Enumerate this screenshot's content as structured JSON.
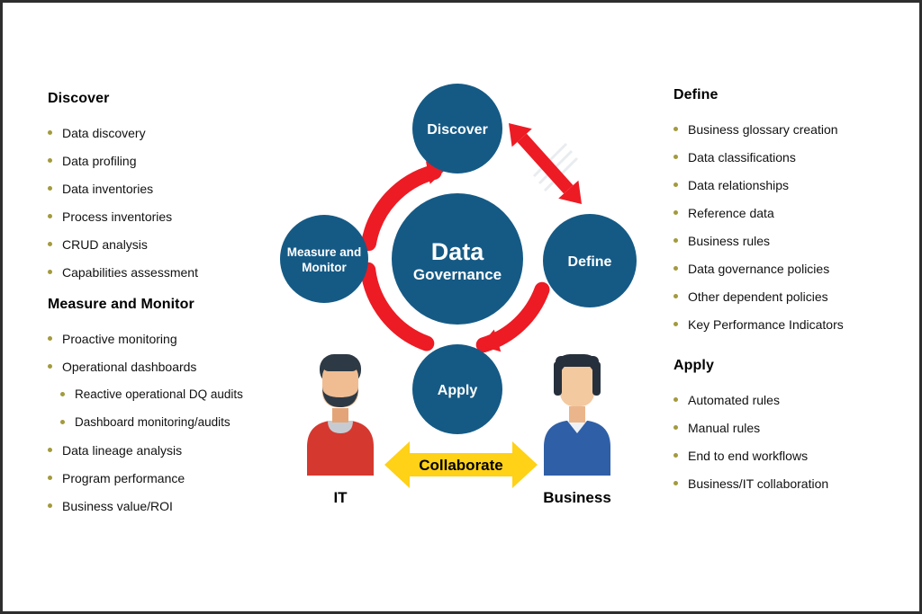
{
  "colors": {
    "circle_blue": "#155A85",
    "arrow_red": "#ED1B24",
    "collaborate_yellow": "#FFD117",
    "bullet_olive": "#A39A3D"
  },
  "diagram": {
    "center_title_line1": "Data",
    "center_title_line2": "Governance",
    "node_discover": "Discover",
    "node_define": "Define",
    "node_apply": "Apply",
    "node_measure_line1": "Measure and",
    "node_measure_line2": "Monitor",
    "collaborate_label": "Collaborate",
    "actor_left_label": "IT",
    "actor_right_label": "Business"
  },
  "left_panel": {
    "sections": [
      {
        "title": "Discover",
        "items": [
          "Data discovery",
          "Data profiling",
          "Data inventories",
          "Process inventories",
          "CRUD analysis",
          "Capabilities assessment"
        ]
      },
      {
        "title": "Measure and Monitor",
        "items": [
          "Proactive monitoring",
          "Operational dashboards",
          "Reactive operational DQ audits",
          "Dashboard monitoring/audits",
          "Data lineage analysis",
          "Program performance",
          "Business value/ROI"
        ]
      }
    ]
  },
  "right_panel": {
    "sections": [
      {
        "title": "Define",
        "items": [
          "Business glossary creation",
          "Data classifications",
          "Data relationships",
          "Reference data",
          "Business rules",
          "Data governance policies",
          "Other dependent policies",
          "Key Performance Indicators"
        ]
      },
      {
        "title": "Apply",
        "items": [
          "Automated rules",
          "Manual rules",
          "End to end workflows",
          "Business/IT collaboration"
        ]
      }
    ]
  }
}
